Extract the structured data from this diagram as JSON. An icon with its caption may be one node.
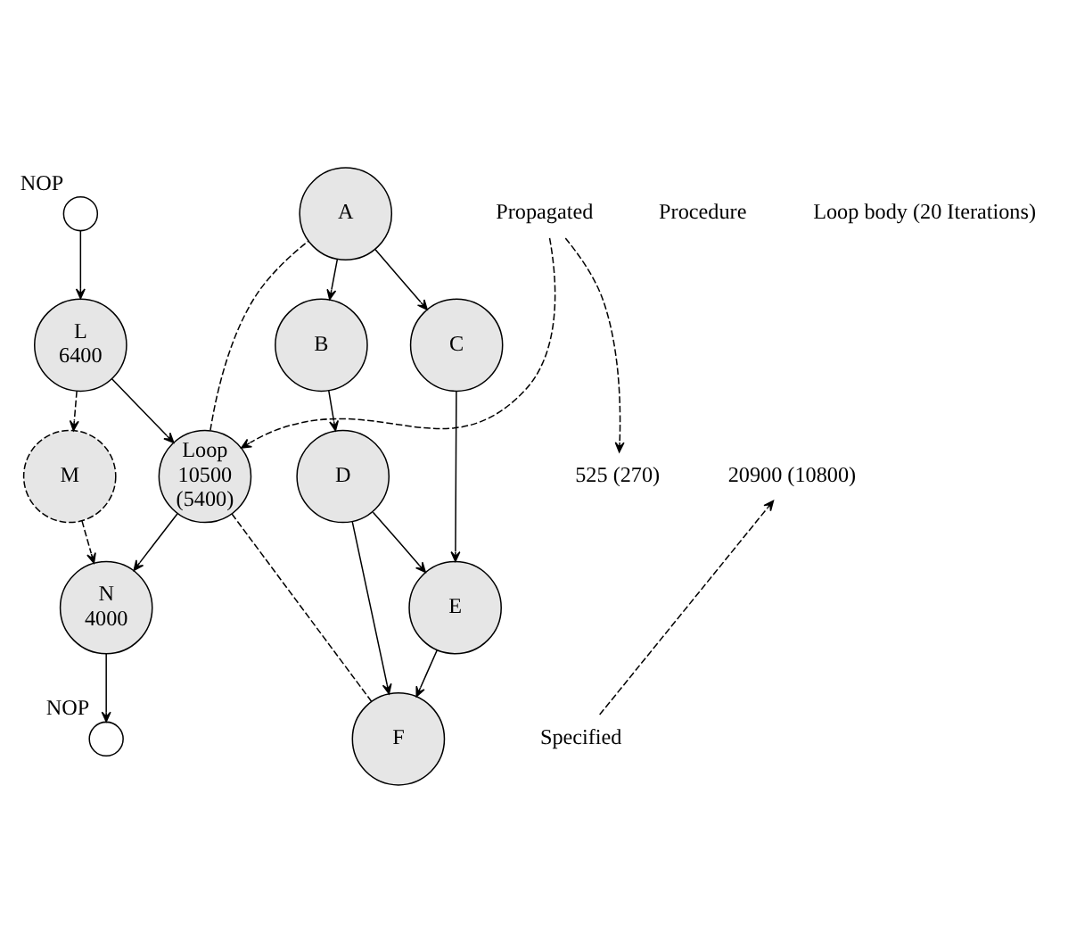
{
  "diagram": {
    "nodes": [
      {
        "text": [],
        "shape": "circle",
        "beside": [
          "NOP"
        ]
      },
      {
        "text": [
          "L",
          "6400"
        ]
      },
      {
        "text": [
          "M"
        ]
      },
      {
        "text": [
          "Loop",
          "10500",
          "(5400)"
        ]
      },
      {
        "text": [
          "N",
          "4000"
        ]
      },
      {
        "text": [],
        "shape": "circle",
        "beside": [
          "NOP"
        ]
      },
      {
        "text": [
          "A"
        ]
      },
      {
        "text": [
          "B"
        ]
      },
      {
        "text": [
          "C"
        ]
      },
      {
        "text": [
          "D"
        ]
      },
      {
        "text": [
          "E"
        ]
      },
      {
        "text": [
          "F"
        ]
      },
      {
        "text": [
          "Propagated"
        ]
      },
      {
        "text": [
          "525 (270)"
        ]
      },
      {
        "text": [
          "20900 (10800)"
        ]
      },
      {
        "text": [
          "Specified"
        ]
      }
    ],
    "edges": [
      {
        "from": 0,
        "to": 1,
        "arrow": "to"
      },
      {
        "from": 1,
        "to": 2,
        "arrow": "to",
        "style": "dashed"
      },
      {
        "from": 1,
        "to": 3,
        "arrow": "to"
      },
      {
        "from": 2,
        "to": 4,
        "arrow": "to",
        "style": "dashed"
      },
      {
        "from": 3,
        "to": 4,
        "arrow": "to"
      },
      {
        "from": 4,
        "to": 5,
        "arrow": "to"
      },
      {
        "from": 6,
        "to": 7,
        "arrow": "to"
      },
      {
        "from": 6,
        "to": 8,
        "arrow": "to"
      },
      {
        "from": 7,
        "to": 9,
        "arrow": "to"
      },
      {
        "from": 8,
        "to": 10,
        "arrow": "to"
      },
      {
        "from": 9,
        "to": 10,
        "arrow": "to"
      },
      {
        "from": 9,
        "to": 11,
        "arrow": "to"
      },
      {
        "from": 10,
        "to": 11,
        "arrow": "to"
      },
      {
        "from": 3,
        "to": 6,
        "arrow": "none",
        "style": "dashed"
      },
      {
        "from": 3,
        "to": 11,
        "arrow": "none",
        "style": "dashed"
      },
      {
        "from": 12,
        "to": 3,
        "arrow": "to",
        "style": "dashed"
      },
      {
        "from": 12,
        "to": 13,
        "arrow": "to",
        "style": "dashed"
      },
      {
        "from": 15,
        "to": 14,
        "arrow": "to",
        "style": "dashed"
      }
    ],
    "labels": [
      "Procedure",
      "Loop body (20 Iterations)"
    ]
  }
}
